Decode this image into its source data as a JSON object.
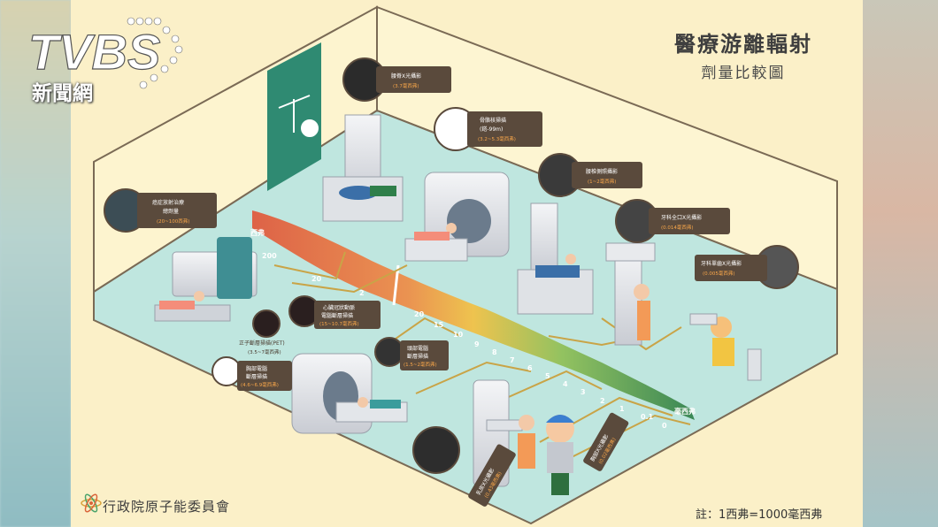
{
  "watermark": {
    "logo_letters": "TVBS",
    "name": "新聞網"
  },
  "poster": {
    "title": "醫療游離輻射",
    "subtitle": "劑量比較圖",
    "publisher": "行政院原子能委員會",
    "note": "註：1西弗=1000毫西弗"
  },
  "procedures": [
    {
      "name": "腰脊X光攝影",
      "dose": "(3.7毫西弗)"
    },
    {
      "name": "骨骼核掃描",
      "sub": "(鎝-99m)",
      "dose": "(3.2~5.3毫西弗)"
    },
    {
      "name": "腰椎側照攝影",
      "dose": "(1~2毫西弗)"
    },
    {
      "name": "牙科全口X光攝影",
      "dose": "(0.014毫西弗)"
    },
    {
      "name": "牙科單齒X光攝影",
      "dose": "(0.005毫西弗)"
    },
    {
      "name": "癌症放射治療",
      "sub": "總劑量",
      "dose": "(20~100西弗)"
    },
    {
      "name": "心臟冠狀動脈",
      "sub": "電腦斷層掃描",
      "dose": "(15~10.7毫西弗)"
    },
    {
      "name": "正子斷層掃描(PET)",
      "dose": "(3.5~7毫西弗)"
    },
    {
      "name": "頭部電腦",
      "sub": "斷層掃描",
      "dose": "(1.5~2毫西弗)"
    },
    {
      "name": "胸部電腦",
      "sub": "斷層掃描",
      "dose": "(4.6~6.9毫西弗)"
    },
    {
      "name": "乳房X光攝影",
      "dose": "(0.43毫西弗)"
    },
    {
      "name": "胸部X光攝影",
      "dose": "(0.02毫西弗)"
    }
  ],
  "scale": {
    "unit_sievert": "西弗",
    "unit_millisievert": "毫西弗",
    "sievert_ticks": [
      "200",
      "20",
      "2"
    ],
    "millisievert_ticks": [
      "20",
      "15",
      "10",
      "9",
      "8",
      "7",
      "6",
      "5",
      "4",
      "3",
      "2",
      "1",
      "0.1",
      "0"
    ]
  },
  "colors": {
    "poster_background": "#fbf0c8",
    "floor": "#bfe6df",
    "wall": "#fdf4cf",
    "room_outline": "#7a6a55",
    "label_box": "#5a4a3c",
    "dose_text": "#f7a64a",
    "scale_high": "#e2633a",
    "scale_mid": "#f2c042",
    "scale_low": "#2f8a4f",
    "leader_line": "#c9a447"
  },
  "icons": [
    "tvbs-logo",
    "atomic-council-logo",
    "balance-scale-icon"
  ]
}
